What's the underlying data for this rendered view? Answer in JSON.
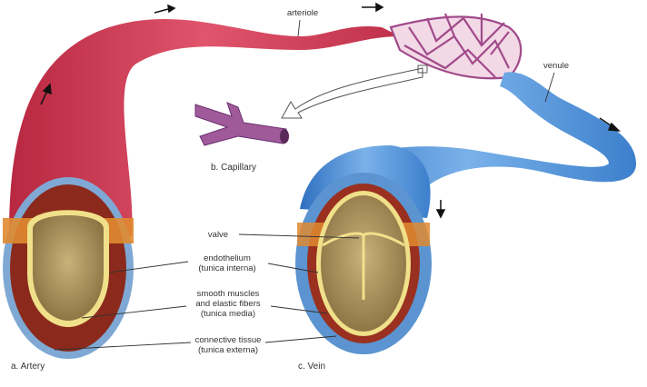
{
  "labels": {
    "arteriole": "arteriole",
    "venule": "venule",
    "capillary": "b. Capillary",
    "valve": "valve",
    "endothelium_1": "endothelium",
    "endothelium_2": "(tunica interna)",
    "smooth_1": "smooth muscles",
    "smooth_2": "and elastic fibers",
    "smooth_3": "(tunica media)",
    "connective_1": "connective tissue",
    "connective_2": "(tunica externa)",
    "artery": "a.  Artery",
    "vein": "c.  Vein"
  },
  "colors": {
    "artery": "#d9425a",
    "vein": "#4a8fd6",
    "media": "#8b2a1c",
    "lumen": "#a89058"
  }
}
